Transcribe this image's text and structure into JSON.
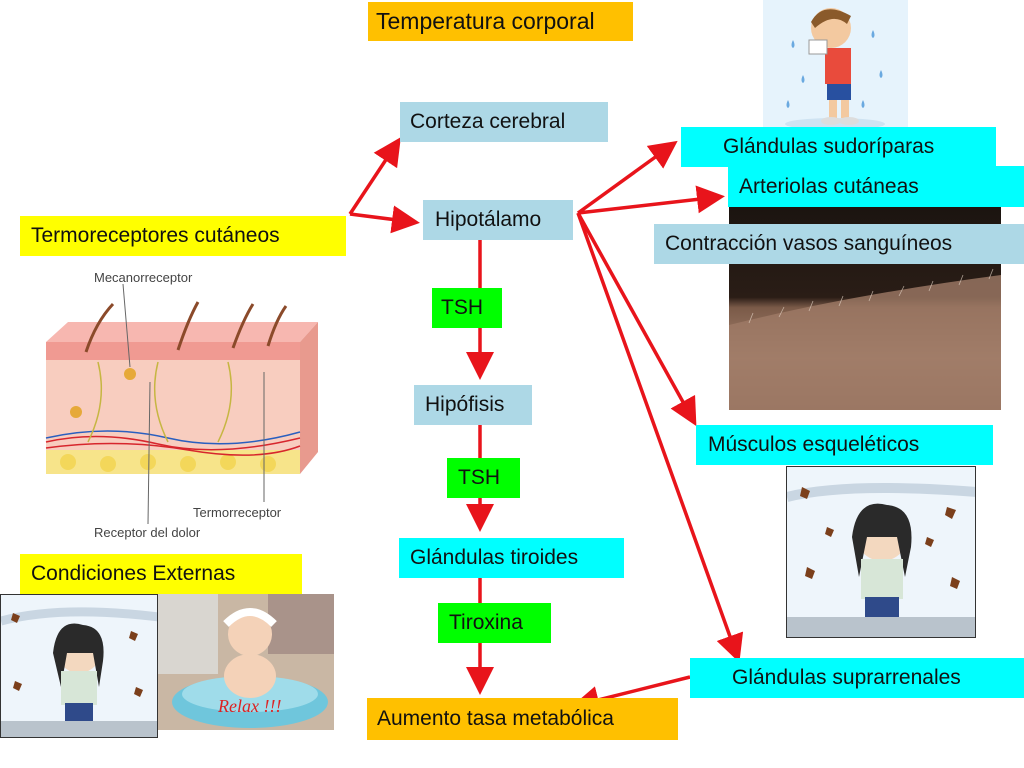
{
  "title": "Temperatura corporal",
  "nodes": {
    "corteza": "Corteza cerebral",
    "hipotalamo": "Hipotálamo",
    "termoreceptores": "Termoreceptores cutáneos",
    "tsh1": "TSH",
    "hipofisis": "Hipófisis",
    "tsh2": "TSH",
    "tiroides": "Glándulas tiroides",
    "tiroxina": "Tiroxina",
    "aumento": "Aumento tasa metabólica",
    "sudoriparas": "Glándulas sudoríparas",
    "arteriolas": "Arteriolas cutáneas",
    "contraccion": "Contracción vasos sanguíneos",
    "musculos": "Músculos esqueléticos",
    "suprarrenales": "Glándulas suprarrenales",
    "condiciones": "Condiciones Externas"
  },
  "skin_labels": {
    "mecanoreceptor": "Mecanorreceptor",
    "termoreceptor": "Termorreceptor",
    "dolor": "Receptor del dolor"
  },
  "photo_text": {
    "relax": "Relax !!!"
  },
  "colors": {
    "arrow": "#e8141b",
    "orange": "#ffc000",
    "light_blue": "#add8e6",
    "yellow": "#ffff00",
    "green": "#00ff00",
    "cyan": "#00ffff"
  }
}
